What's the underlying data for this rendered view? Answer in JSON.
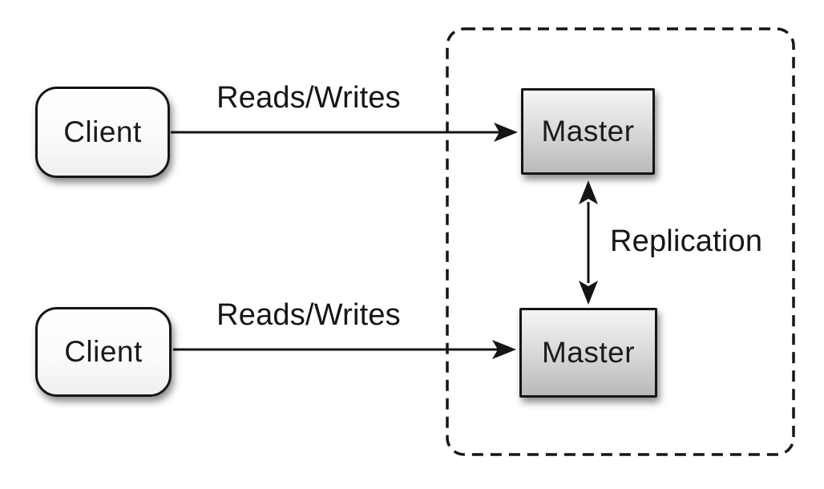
{
  "diagram": {
    "type": "architecture-diagram",
    "description": "Master-master replication topology",
    "nodes": {
      "client_top": {
        "label": "Client"
      },
      "client_bottom": {
        "label": "Client"
      },
      "master_top": {
        "label": "Master"
      },
      "master_bottom": {
        "label": "Master"
      }
    },
    "edges": {
      "reads_writes_top": {
        "label": "Reads/Writes",
        "from": "client_top",
        "to": "master_top",
        "direction": "one-way"
      },
      "reads_writes_bottom": {
        "label": "Reads/Writes",
        "from": "client_bottom",
        "to": "master_bottom",
        "direction": "one-way"
      },
      "replication": {
        "label": "Replication",
        "from": "master_top",
        "to": "master_bottom",
        "direction": "two-way"
      }
    },
    "colors": {
      "background": "#ffffff",
      "stroke": "#151515",
      "text": "#1a1a1a",
      "client_fill_top": "#ffffff",
      "client_fill_bottom": "#efefef",
      "master_fill_top": "#f4f4f4",
      "master_fill_bottom": "#b9b9b9"
    }
  }
}
